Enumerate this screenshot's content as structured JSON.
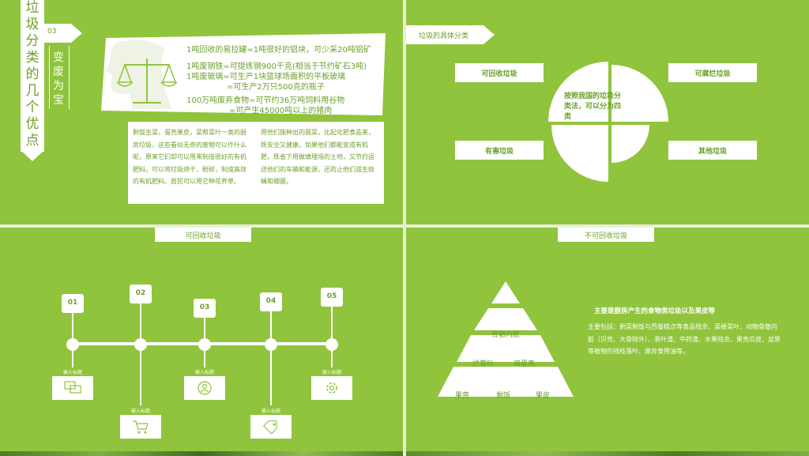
{
  "slide1": {
    "vertical_title": "垃圾分类的几个优点",
    "section_number": "03",
    "subtitle": "变废为宝",
    "box_lines": [
      "1吨回收的易拉罐=1吨很好的铝块，可少采20吨铝矿",
      "1吨废钢铁=可提炼钢900千克(相当于节约矿石3吨)",
      "1吨废玻璃=可生产1块篮球场面积的平板玻璃",
      "=可生产2万只500克的瓶子",
      "100万吨废弃食物=可节约36万吨饲料用谷物",
      "=可产生45000吨以上的猪肉"
    ],
    "paragraph_left": "剩饭生菜，蛋壳果皮，菜帮菜叶一类的厨房垃圾，这些看似无奇的废物可以作什么呢，原来它们却可以用来制造很好的有机肥料。可以将垃圾烘干，粉碎，制成高效的有机肥料。居民可以用它种花养草。",
    "paragraph_right": "用他们施种出的蔬菜，比起化肥食品来，既安全又健康。如果他们都能变成有机肥，既省下用做填埋场的土地，又节约运送他们的车辆和能源，还防止他们滋生蚊蝇和细菌。"
  },
  "slide2": {
    "tab": "垃圾的具体分类",
    "center_text": "按照我国的垃圾分类法，可以分为四类",
    "categories": [
      "可回收垃圾",
      "可腐烂垃圾",
      "有害垃圾",
      "其他垃圾"
    ]
  },
  "slide3": {
    "tab": "可回收垃圾",
    "steps": [
      "01",
      "02",
      "03",
      "04",
      "05"
    ],
    "card_label": "输入标题",
    "icons": [
      "chat-icon",
      "cart-icon",
      "target-icon",
      "tag-icon",
      "gear-icon"
    ]
  },
  "slide4": {
    "tab": "不可回收垃圾",
    "pyramid": {
      "level2": "骨骼内脏",
      "level3": [
        "烂菜叶",
        "鸡蛋壳"
      ],
      "level4": [
        "果壳",
        "剩饭",
        "果皮"
      ]
    },
    "heading": "主要是厨房产生的食物类垃圾以及果皮等",
    "body": "主要包括：剩菜剩饭与西餐糕点等食品残余、菜梗菜叶、动物骨骼内脏（贝壳、大骨除外）、茶叶渣、中药渣、水果残余、果壳瓜皮、盆景等植物的残枝落叶、废弃食用油等。"
  }
}
